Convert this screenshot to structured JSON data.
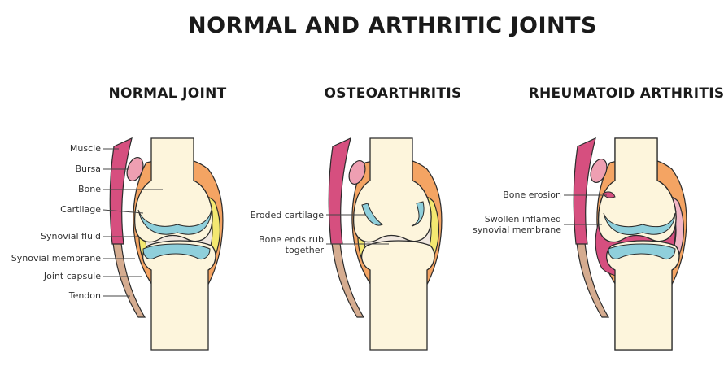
{
  "title": "NORMAL AND ARTHRITIC JOINTS",
  "panels": [
    {
      "title": "NORMAL JOINT"
    },
    {
      "title": "OSTEOARTHRITIS"
    },
    {
      "title": "RHEUMATOID ARTHRITIS"
    }
  ],
  "labels": {
    "muscle": "Muscle",
    "bursa": "Bursa",
    "bone": "Bone",
    "cartilage": "Cartilage",
    "synovial_fluid": "Synovial fluid",
    "synovial_membrane": "Synovial membrane",
    "joint_capsule": "Joint capsule",
    "tendon": "Tendon",
    "eroded_cartilage": "Eroded cartilage",
    "bone_rub_1": "Bone ends rub",
    "bone_rub_2": "together",
    "bone_erosion": "Bone erosion",
    "swollen_1": "Swollen inflamed",
    "swollen_2": "synovial membrane"
  },
  "colors": {
    "bone": "#fdf5dc",
    "outline": "#2b2b2b",
    "muscle": "#d64f7f",
    "bursa": "#ee9fb2",
    "capsule": "#f4a463",
    "tendon": "#d5ac90",
    "cartilage": "#8fcfdb",
    "synovial_membrane": "#f3e871",
    "synovial_fluid": "#f1e8e0",
    "inflamed_membrane": "#d64f7f",
    "inflamed_rim": "#f2b6c6"
  }
}
